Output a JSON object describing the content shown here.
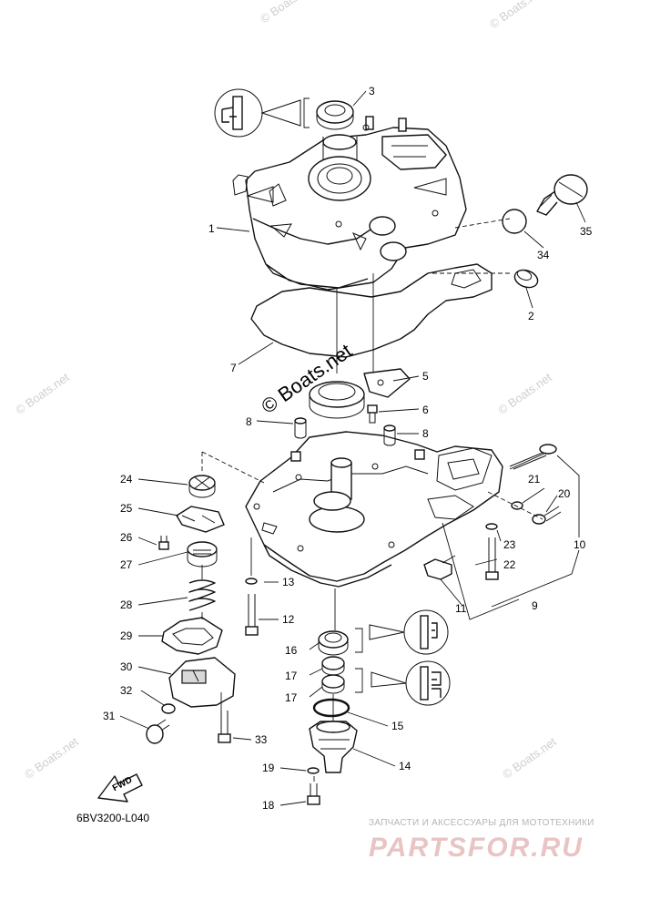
{
  "diagram": {
    "drawing_code": "6BV3200-L040",
    "fwd_label": "FWD",
    "watermark_center": "© Boats.net",
    "watermark_corner": "© Boats.net",
    "footer_tagline": "ЗАПЧАСТИ И АКСЕССУАРЫ ДЛЯ МОТОТЕХНИКИ",
    "footer_brand": "PARTSFOR.RU",
    "callouts": [
      "1",
      "2",
      "3",
      "5",
      "6",
      "7",
      "8",
      "8",
      "9",
      "10",
      "11",
      "12",
      "13",
      "14",
      "15",
      "16",
      "17",
      "17",
      "18",
      "19",
      "20",
      "21",
      "22",
      "23",
      "24",
      "25",
      "26",
      "27",
      "28",
      "29",
      "30",
      "31",
      "32",
      "33",
      "34",
      "35"
    ]
  }
}
